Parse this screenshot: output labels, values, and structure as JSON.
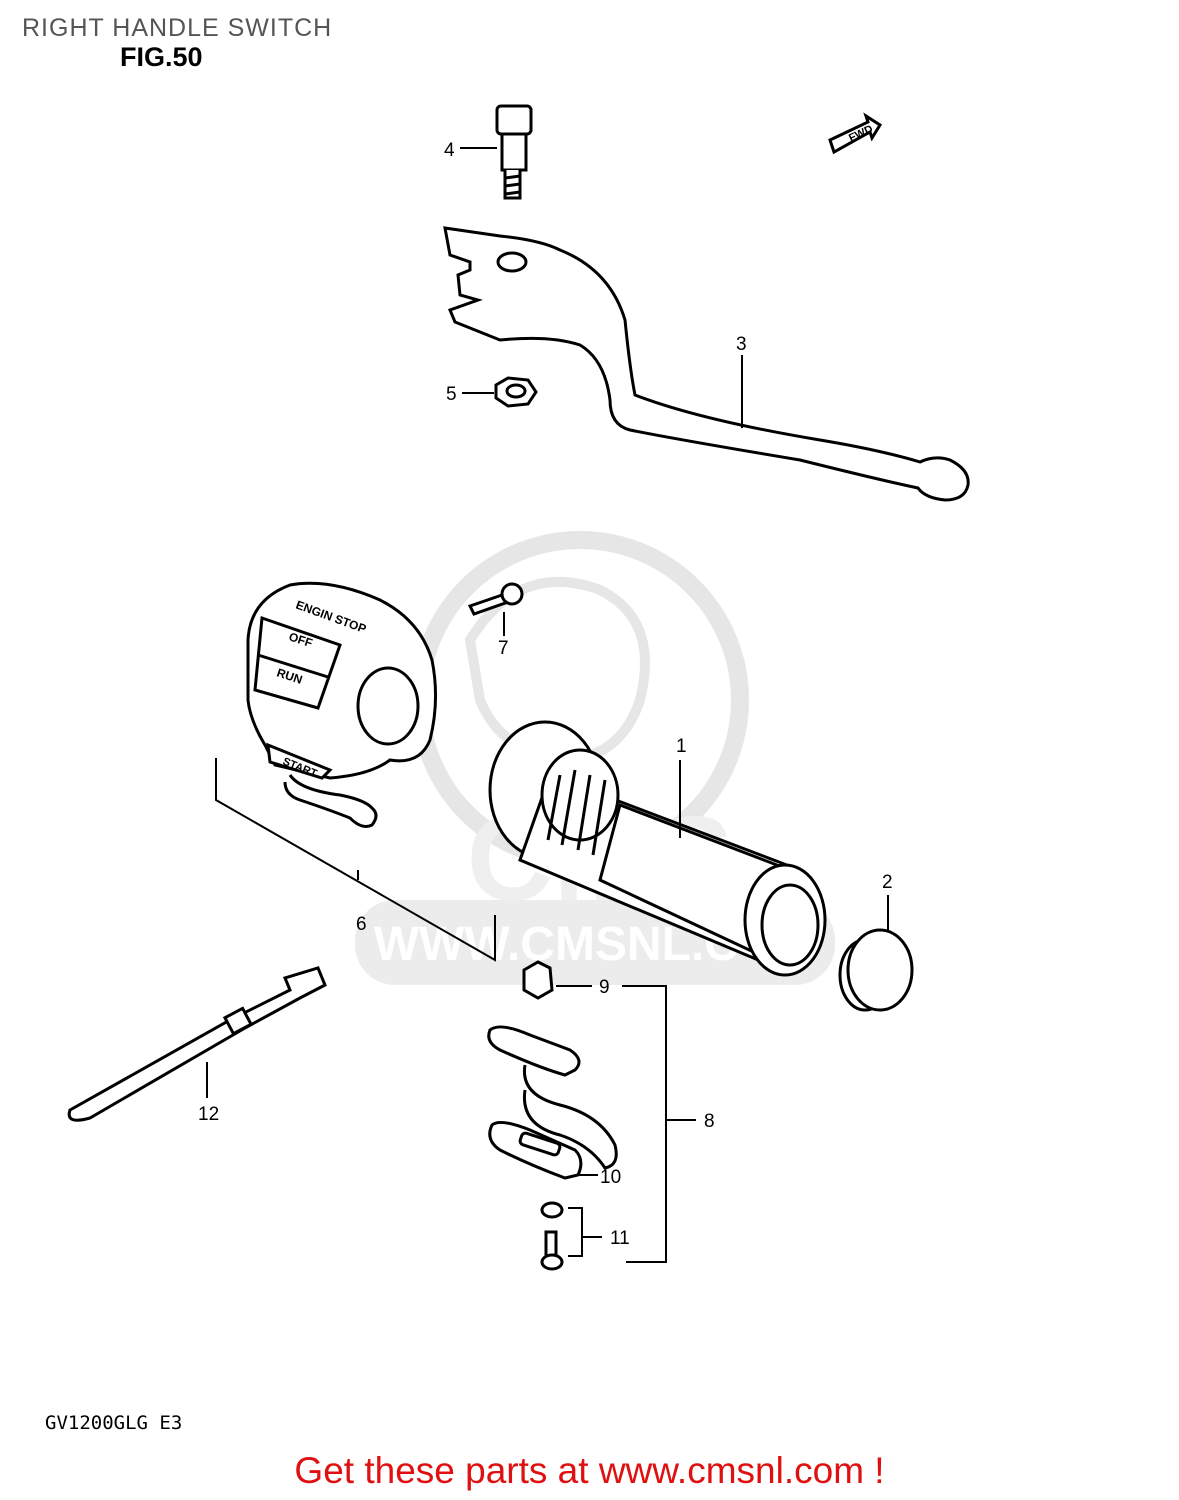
{
  "header": {
    "title": "RIGHT HANDLE SWITCH",
    "figure": "FIG.50"
  },
  "model_code": "GV1200GLG  E3",
  "footer": {
    "prefix": "Get these parts at ",
    "link": "www.cmsnl.com",
    "suffix": " !"
  },
  "watermark": "WWW.CMSNL.COM",
  "fwd_label": "FWD",
  "switch_labels": {
    "engine_stop": "ENGIN STOP",
    "off": "OFF",
    "run": "RUN",
    "start": "START"
  },
  "callouts": [
    "1",
    "2",
    "3",
    "4",
    "5",
    "6",
    "7",
    "8",
    "9",
    "10",
    "11",
    "12"
  ]
}
